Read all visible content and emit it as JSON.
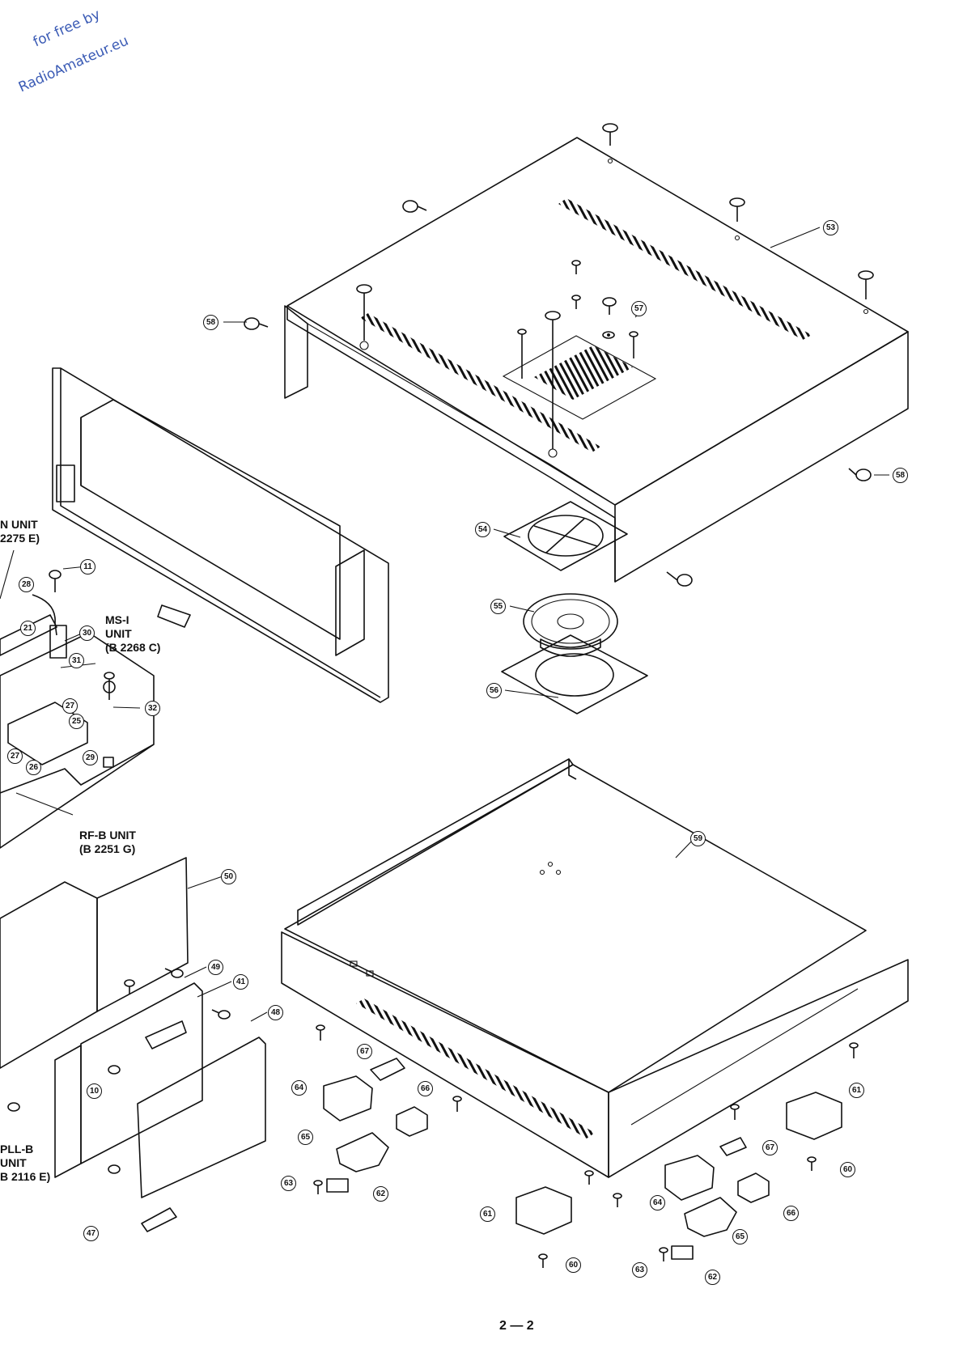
{
  "watermark": {
    "line1": "for free by",
    "line2": "RadioAmateur.eu"
  },
  "page_number": "2 — 2",
  "part_numbers": [
    "53",
    "57",
    "58",
    "58",
    "54",
    "55",
    "56",
    "59",
    "11",
    "28",
    "30",
    "21",
    "31",
    "32",
    "27",
    "25",
    "27",
    "26",
    "29",
    "50",
    "49",
    "41",
    "48",
    "10",
    "47",
    "67",
    "64",
    "66",
    "65",
    "63",
    "62",
    "61",
    "60",
    "61",
    "60",
    "67",
    "64",
    "66",
    "65",
    "63",
    "62"
  ],
  "units": {
    "main_unit": {
      "line1": "N UNIT",
      "line2": "2275  E)"
    },
    "ms_i": {
      "line1": "MS-I",
      "line2": "UNIT",
      "line3": "(B  2268  C)"
    },
    "rf_b": {
      "line1": "RF-B UNIT",
      "line2": "(B  2251  G)"
    },
    "pll_b": {
      "line1": "PLL-B",
      "line2": "UNIT",
      "line3": "B  2116  E)"
    }
  }
}
